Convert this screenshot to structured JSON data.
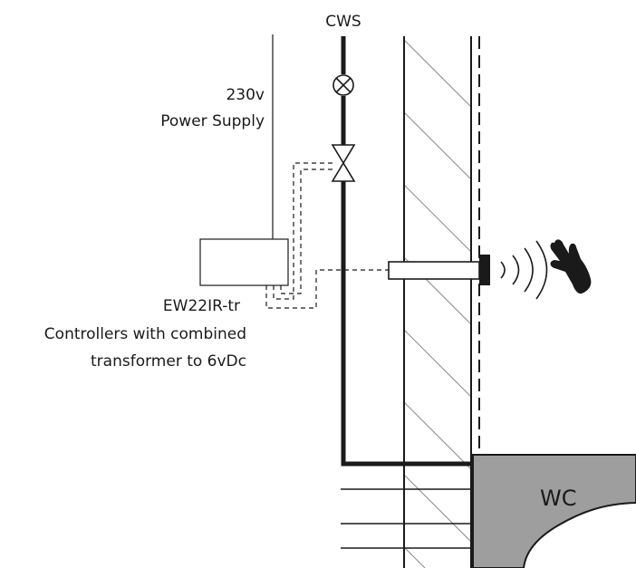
{
  "labels": {
    "cws": "CWS",
    "voltage": "230v",
    "power_supply": "Power Supply",
    "controller_model": "EW22IR-tr",
    "controller_desc_1": "Controllers with combined",
    "controller_desc_2": "transformer to 6vDc",
    "wc": "WC"
  },
  "icons": [
    "isolating-valve-icon",
    "solenoid-valve-icon",
    "ir-sensor-icon",
    "sensor-waves-icon",
    "hand-icon"
  ],
  "colors": {
    "line": "#1a1a1a",
    "wc_fill": "#9e9e9e",
    "hatch": "#8a8a8a",
    "background": "#ffffff"
  }
}
